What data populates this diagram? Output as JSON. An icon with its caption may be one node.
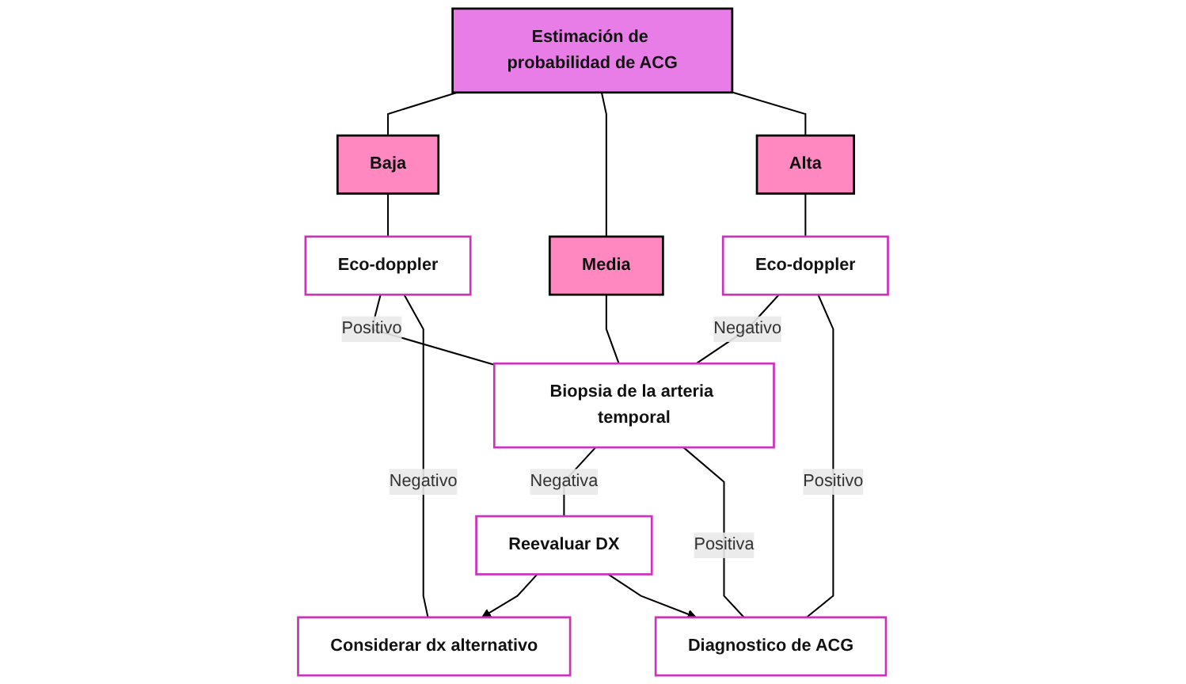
{
  "diagram": {
    "nodes": [
      {
        "text": [
          "Estimación de probabilidad de ACG"
        ]
      },
      {
        "text": [
          "Baja"
        ]
      },
      {
        "text": [
          "Media"
        ]
      },
      {
        "text": [
          "Alta"
        ]
      },
      {
        "text": [
          "Eco-doppler"
        ]
      },
      {
        "text": [
          "Eco-doppler"
        ]
      },
      {
        "text": [
          "Biopsia de la arteria temporal"
        ]
      },
      {
        "text": [
          "Considerar dx alternativo"
        ]
      },
      {
        "text": [
          "Reevaluar DX"
        ]
      },
      {
        "text": [
          "Diagnostico de ACG"
        ]
      }
    ],
    "edges": [
      {
        "from": 0,
        "to": 1,
        "arrow": "none"
      },
      {
        "from": 0,
        "to": 2,
        "arrow": "none"
      },
      {
        "from": 0,
        "to": 3,
        "arrow": "none"
      },
      {
        "from": 1,
        "to": 4,
        "arrow": "none"
      },
      {
        "from": 3,
        "to": 5,
        "arrow": "none"
      },
      {
        "from": 4,
        "to": 6,
        "label": "Positivo",
        "arrow": "none"
      },
      {
        "from": 2,
        "to": 6,
        "arrow": "none"
      },
      {
        "from": 5,
        "to": 6,
        "label": "Negativo",
        "arrow": "none"
      },
      {
        "from": 4,
        "to": 7,
        "label": "Negativo",
        "arrow": "none"
      },
      {
        "from": 6,
        "to": 8,
        "label": "Negativa",
        "arrow": "none"
      },
      {
        "from": 6,
        "to": 9,
        "label": "Positiva",
        "arrow": "none"
      },
      {
        "from": 5,
        "to": 9,
        "label": "Positivo",
        "arrow": "none"
      },
      {
        "from": 8,
        "to": 7,
        "arrow": "to"
      },
      {
        "from": 8,
        "to": 9,
        "arrow": "to"
      }
    ]
  }
}
